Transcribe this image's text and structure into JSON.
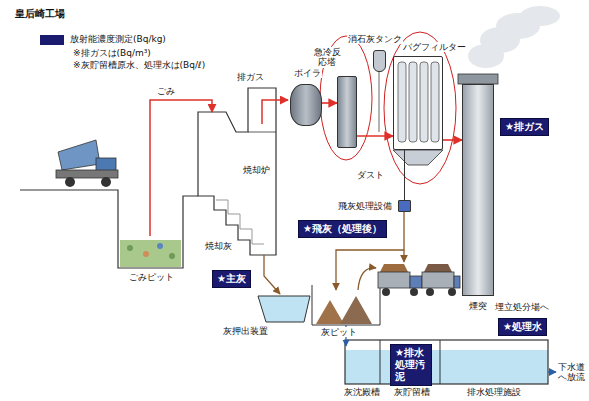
{
  "diagram": {
    "title": "皇后崎工場",
    "nodes": [
      {
        "text": [
          "ボイラ"
        ]
      },
      {
        "text": [
          "急冷反応塔"
        ]
      },
      {
        "text": [
          "消石灰タンク"
        ]
      },
      {
        "text": [
          "バグフィルター"
        ]
      },
      {
        "text": [
          "煙突"
        ]
      },
      {
        "text": [
          "飛灰処理設備"
        ]
      },
      {
        "text": [
          "★排ガス"
        ]
      },
      {
        "text": [
          "★飛灰（処理後）"
        ]
      },
      {
        "text": [
          "★主灰"
        ]
      },
      {
        "text": [
          "★排水処理汚泥"
        ]
      },
      {
        "text": [
          "★処理水"
        ]
      }
    ],
    "edges": [
      {
        "from": 0,
        "to": 1,
        "arrow": "to"
      },
      {
        "from": 1,
        "to": 3,
        "arrow": "to"
      },
      {
        "from": 3,
        "to": 4,
        "arrow": "to"
      },
      {
        "from": 3,
        "to": 5,
        "arrow": "none"
      }
    ],
    "labels": [
      "ごみ",
      "排ガス",
      "焼却炉",
      "焼却灰",
      "ごみピット",
      "ダスト",
      "灰押出装置",
      "灰ピット",
      "埋立処分場へ",
      "下水道へ放流",
      "灰沈殿槽",
      "灰貯留槽",
      "排水処理施設",
      "※排ガスは(Bq/m³)",
      "※灰貯留槽原水、処理水は(Bq/ℓ)"
    ],
    "legend": [
      {
        "text": "放射能濃度測定(Bq/kg)",
        "color": "#1a1a6e"
      }
    ]
  }
}
